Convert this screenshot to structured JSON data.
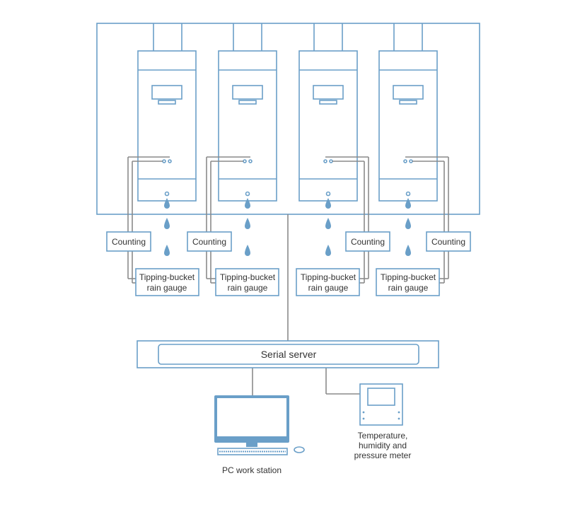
{
  "colors": {
    "accent": "#6a9fc8",
    "wire": "#8a8a8a",
    "drop": "#6a9fc8",
    "text": "#333333"
  },
  "gauges": [
    {
      "counting_label": "Counting",
      "gauge_line1": "Tipping-bucket",
      "gauge_line2": "rain gauge"
    },
    {
      "counting_label": "Counting",
      "gauge_line1": "Tipping-bucket",
      "gauge_line2": "rain gauge"
    },
    {
      "counting_label": "Counting",
      "gauge_line1": "Tipping-bucket",
      "gauge_line2": "rain gauge"
    },
    {
      "counting_label": "Counting",
      "gauge_line1": "Tipping-bucket",
      "gauge_line2": "rain gauge"
    }
  ],
  "serial_server": {
    "label": "Serial server"
  },
  "pc": {
    "label": "PC work station"
  },
  "meter": {
    "line1": "Temperature,",
    "line2": "humidity and",
    "line3": "pressure meter"
  }
}
